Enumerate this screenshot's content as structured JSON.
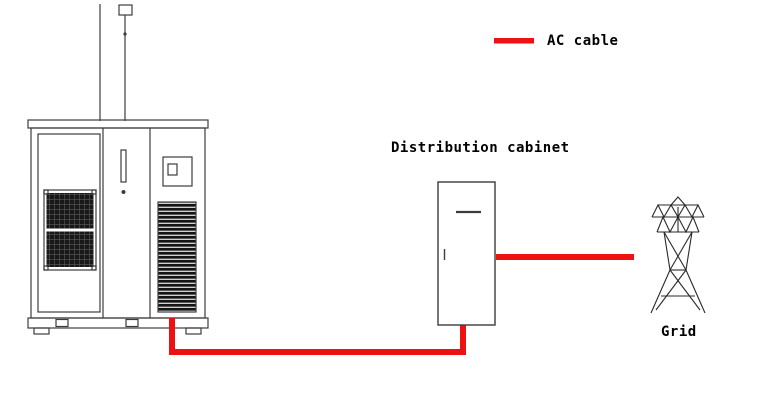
{
  "diagram": {
    "legend": {
      "ac_cable_label": "AC cable",
      "cable_color": "#ee1111"
    },
    "labels": {
      "distribution_cabinet": "Distribution cabinet",
      "grid": "Grid"
    },
    "components": [
      {
        "name": "energy-storage-cabinet-icon"
      },
      {
        "name": "distribution-cabinet-icon"
      },
      {
        "name": "grid-tower-icon"
      }
    ],
    "colors": {
      "cable": "#ee1111",
      "line_art": "#3c3c3c",
      "panel_fill": "#161616",
      "background": "#ffffff"
    }
  }
}
